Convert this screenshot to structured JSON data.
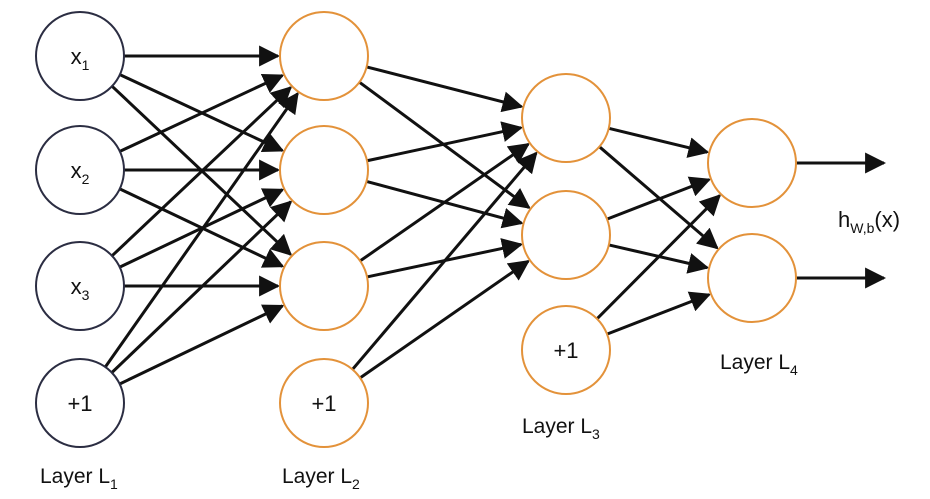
{
  "colors": {
    "input_node": "#2b2d42",
    "hidden_node": "#e3923a",
    "edge": "#111111"
  },
  "layers": [
    {
      "label": "Layer L",
      "label_sub": "1",
      "nodes": [
        {
          "text": "x",
          "sub": "1"
        },
        {
          "text": "x",
          "sub": "2"
        },
        {
          "text": "x",
          "sub": "3"
        },
        {
          "text": "+1",
          "sub": ""
        }
      ]
    },
    {
      "label": "Layer L",
      "label_sub": "2",
      "nodes": [
        {
          "text": "",
          "sub": ""
        },
        {
          "text": "",
          "sub": ""
        },
        {
          "text": "",
          "sub": ""
        },
        {
          "text": "+1",
          "sub": ""
        }
      ]
    },
    {
      "label": "Layer L",
      "label_sub": "3",
      "nodes": [
        {
          "text": "",
          "sub": ""
        },
        {
          "text": "",
          "sub": ""
        },
        {
          "text": "+1",
          "sub": ""
        }
      ]
    },
    {
      "label": "Layer L",
      "label_sub": "4",
      "nodes": [
        {
          "text": "",
          "sub": ""
        },
        {
          "text": "",
          "sub": ""
        }
      ]
    }
  ],
  "output": {
    "label": "h",
    "label_sub": "W,b",
    "label_suffix": "(x)"
  }
}
